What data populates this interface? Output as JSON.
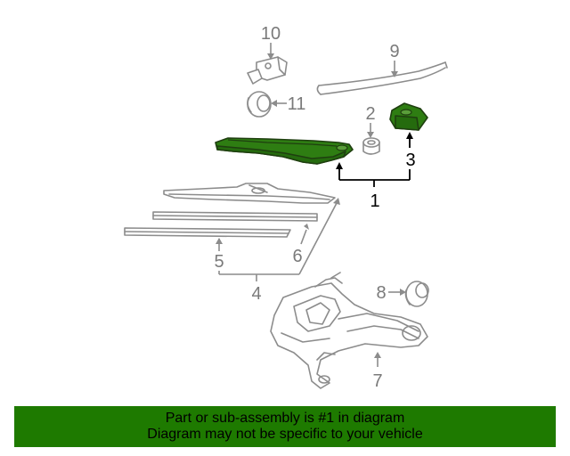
{
  "colors": {
    "highlight": "#2e7d12",
    "highlight_dark": "#1f5a0c",
    "part_grey": "#8c8c8c",
    "footer_bg": "#1e7a00",
    "footer_text": "#000000"
  },
  "callouts": {
    "c1": "1",
    "c2": "2",
    "c3": "3",
    "c4": "4",
    "c5": "5",
    "c6": "6",
    "c7": "7",
    "c8": "8",
    "c9": "9",
    "c10": "10",
    "c11": "11"
  },
  "footer": {
    "line1": "Part or sub-assembly is #1 in diagram",
    "line2": "Diagram may not be specific to your vehicle"
  }
}
